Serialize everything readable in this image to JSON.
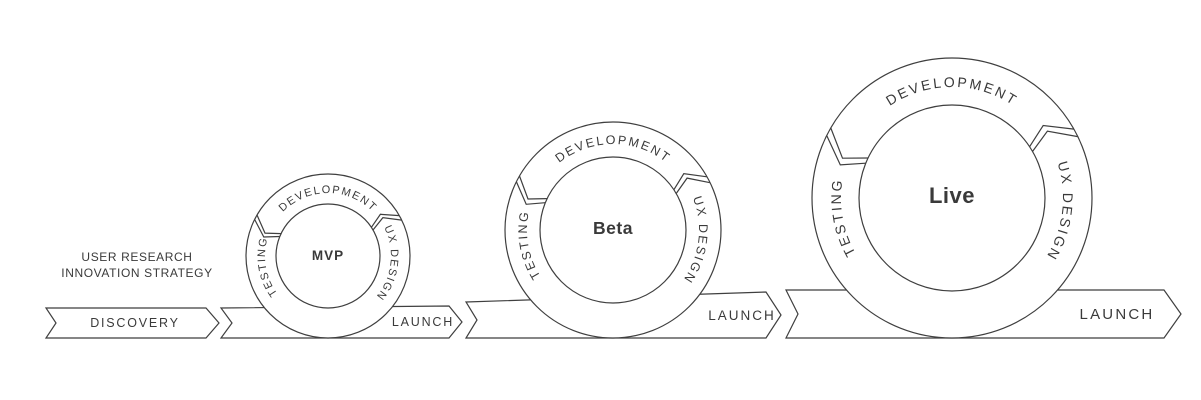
{
  "diagram": {
    "annotation": {
      "line1": "USER RESEARCH",
      "line2": "INNOVATION STRATEGY"
    },
    "bands": [
      {
        "label": "DISCOVERY"
      },
      {
        "label": "LAUNCH"
      },
      {
        "label": "LAUNCH"
      },
      {
        "label": "LAUNCH"
      }
    ],
    "loops": [
      {
        "name": "MVP",
        "segments": {
          "left": "TESTING",
          "top": "DEVELOPMENT",
          "right": "UX DESIGN"
        }
      },
      {
        "name": "Beta",
        "segments": {
          "left": "TESTING",
          "top": "DEVELOPMENT",
          "right": "UX DESIGN"
        }
      },
      {
        "name": "Live",
        "segments": {
          "left": "TESTING",
          "top": "DEVELOPMENT",
          "right": "UX DESIGN"
        }
      }
    ],
    "colors": {
      "line": "#3f3f3f",
      "text": "#3a3a3a",
      "background": "#ffffff"
    }
  }
}
